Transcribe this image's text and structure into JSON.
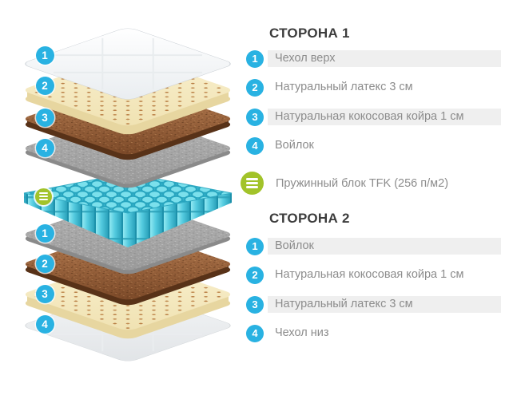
{
  "side1": {
    "title": "СТОРОНА 1",
    "items": [
      {
        "num": "1",
        "label": "Чехол верх"
      },
      {
        "num": "2",
        "label": "Натуральный латекс 3 см"
      },
      {
        "num": "3",
        "label": "Натуральная кокосовая койра 1 см"
      },
      {
        "num": "4",
        "label": "Войлок"
      }
    ]
  },
  "spring_block": {
    "label": "Пружинный блок TFK (256 п/м2)"
  },
  "side2": {
    "title": "СТОРОНА 2",
    "items": [
      {
        "num": "1",
        "label": "Войлок"
      },
      {
        "num": "2",
        "label": "Натуральная кокосовая койра 1 см"
      },
      {
        "num": "3",
        "label": "Натуральный латекс 3 см"
      },
      {
        "num": "4",
        "label": "Чехол низ"
      }
    ]
  },
  "diagram": {
    "top_badges": [
      "1",
      "2",
      "3",
      "4"
    ],
    "bottom_badges": [
      "1",
      "2",
      "3",
      "4"
    ],
    "layers_top_to_bottom": [
      "Чехол верх",
      "Натуральный латекс",
      "Кокосовая койра",
      "Войлок",
      "Пружинный блок",
      "Войлок",
      "Кокосовая койра",
      "Натуральный латекс",
      "Чехол низ"
    ]
  },
  "colors": {
    "accent_blue": "#29b2e2",
    "accent_green": "#a2c32a",
    "row_shade": "#efefef",
    "item_text": "#8c8c8c",
    "title_text": "#3c3c3c",
    "cover_top": "#ffffff",
    "latex": "#f6ecc7",
    "coir": "#9c6038",
    "felt": "#a8a8a8",
    "springs": "#5fd2e4",
    "cover_bottom": "#e9ebed"
  }
}
